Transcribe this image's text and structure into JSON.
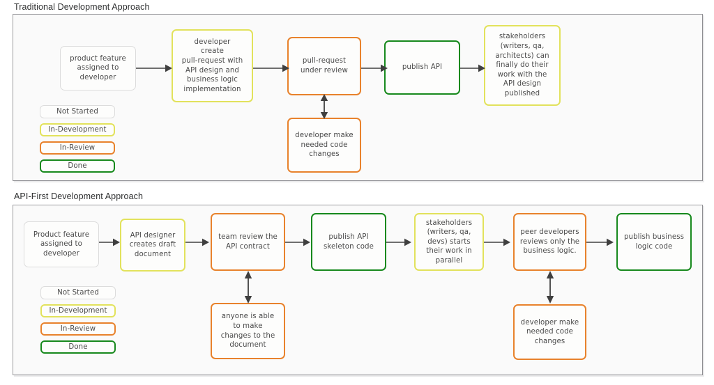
{
  "page": {
    "background": "#ffffff",
    "panel_background": "#fafafa",
    "panel_border": "#9a9a9e"
  },
  "state_colors": {
    "not_started": "#dcdcdc",
    "in_development": "#e2e25c",
    "in_review": "#e8822c",
    "done": "#17891d",
    "node_fill": "#fdfdfc",
    "text": "#4a4a4a",
    "arrow": "#3f3f3f"
  },
  "legend": {
    "items": [
      {
        "label": "Not Started",
        "state": "not_started"
      },
      {
        "label": "In-Development",
        "state": "in_development"
      },
      {
        "label": "In-Review",
        "state": "in_review"
      },
      {
        "label": "Done",
        "state": "done"
      }
    ]
  },
  "sections": [
    {
      "id": "traditional",
      "title": "Traditional Development Approach",
      "nodes": [
        {
          "id": "t1",
          "label": "product feature\nassigned to\ndeveloper",
          "state": "not_started"
        },
        {
          "id": "t2",
          "label": "developer\ncreate\npull-request with\nAPI design and\nbusiness logic\nimplementation",
          "state": "in_development"
        },
        {
          "id": "t3",
          "label": "pull-request\nunder review",
          "state": "in_review"
        },
        {
          "id": "t4",
          "label": "developer make\nneeded code\nchanges",
          "state": "in_review"
        },
        {
          "id": "t5",
          "label": "publish API",
          "state": "done"
        },
        {
          "id": "t6",
          "label": "stakeholders\n(writers, qa,\narchitects) can\nfinally do their\nwork with the\nAPI design\npublished",
          "state": "in_development"
        }
      ],
      "edges": [
        {
          "from": "t1",
          "to": "t2",
          "direction": "forward"
        },
        {
          "from": "t2",
          "to": "t3",
          "direction": "forward"
        },
        {
          "from": "t3",
          "to": "t4",
          "direction": "bidirectional"
        },
        {
          "from": "t3",
          "to": "t5",
          "direction": "forward"
        },
        {
          "from": "t5",
          "to": "t6",
          "direction": "forward"
        }
      ]
    },
    {
      "id": "apifirst",
      "title": "API-First Development Approach",
      "nodes": [
        {
          "id": "a1",
          "label": "Product feature\nassigned to\ndeveloper",
          "state": "not_started"
        },
        {
          "id": "a2",
          "label": "API designer\ncreates draft\ndocument",
          "state": "in_development"
        },
        {
          "id": "a3",
          "label": "team review the\nAPI contract",
          "state": "in_review"
        },
        {
          "id": "a4",
          "label": "anyone is able\nto make\nchanges to the\ndocument",
          "state": "in_review"
        },
        {
          "id": "a5",
          "label": "publish API\nskeleton code",
          "state": "done"
        },
        {
          "id": "a6",
          "label": "stakeholders\n(writers, qa,\ndevs) starts\ntheir work in\nparallel",
          "state": "in_development"
        },
        {
          "id": "a7",
          "label": "peer developers\nreviews only the\nbusiness logic.",
          "state": "in_review"
        },
        {
          "id": "a8",
          "label": "developer make\nneeded code\nchanges",
          "state": "in_review"
        },
        {
          "id": "a9",
          "label": "publish business\nlogic code",
          "state": "done"
        }
      ],
      "edges": [
        {
          "from": "a1",
          "to": "a2",
          "direction": "forward"
        },
        {
          "from": "a2",
          "to": "a3",
          "direction": "forward"
        },
        {
          "from": "a3",
          "to": "a4",
          "direction": "bidirectional"
        },
        {
          "from": "a3",
          "to": "a5",
          "direction": "forward"
        },
        {
          "from": "a5",
          "to": "a6",
          "direction": "forward"
        },
        {
          "from": "a6",
          "to": "a7",
          "direction": "forward"
        },
        {
          "from": "a7",
          "to": "a8",
          "direction": "bidirectional"
        },
        {
          "from": "a7",
          "to": "a9",
          "direction": "forward"
        }
      ]
    }
  ]
}
